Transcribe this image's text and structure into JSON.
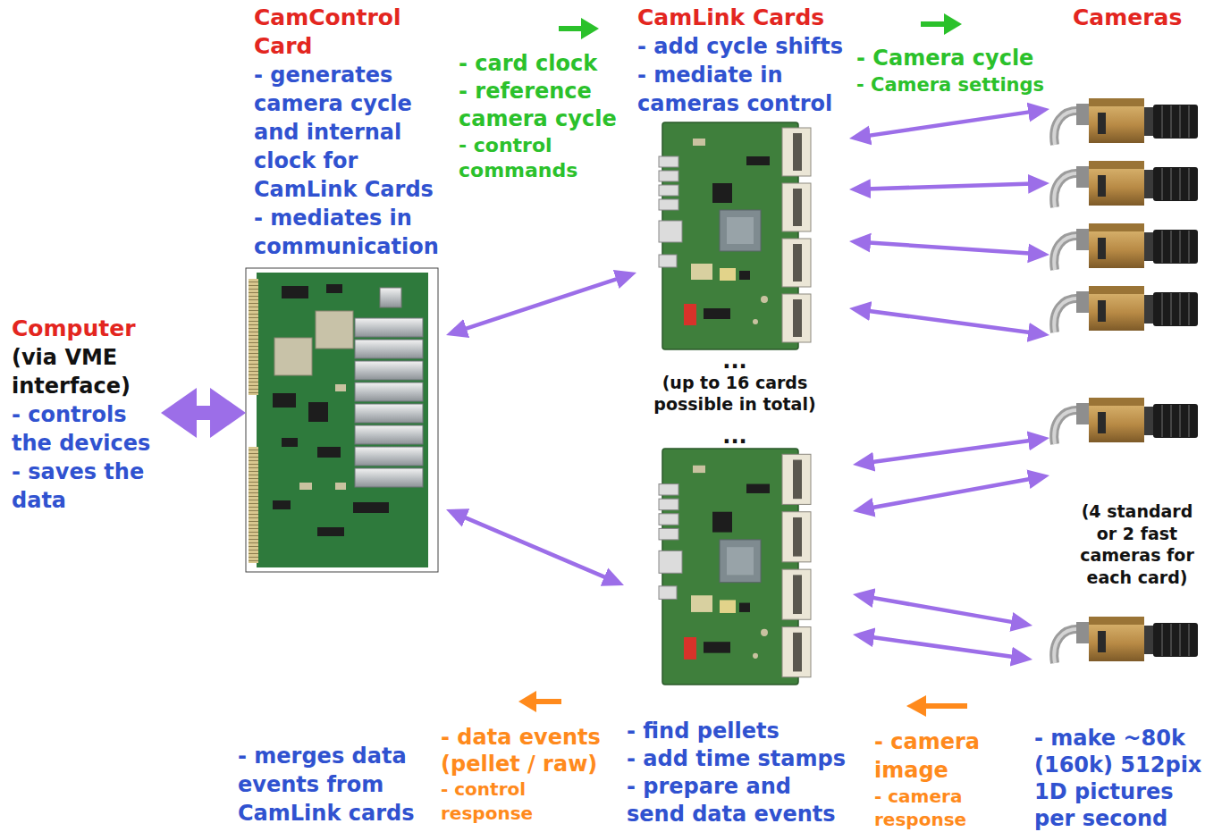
{
  "diagram": {
    "nodes": [
      {
        "text": [
          "Computer",
          "(via VME interface)",
          "- controls the devices",
          "- saves the data"
        ]
      },
      {
        "text": [
          "CamControl Card",
          "- generates camera cycle and internal clock for CamLink Cards",
          "- mediates in communication"
        ]
      },
      {
        "text": [
          "CamLink Cards",
          "- add cycle shifts",
          "- mediate in cameras control"
        ]
      },
      {
        "text": [
          "- find pellets",
          "- add time stamps",
          "- prepare and send data events"
        ]
      },
      {
        "text": [
          "Cameras"
        ]
      },
      {
        "text": []
      },
      {
        "text": []
      },
      {
        "text": []
      },
      {
        "text": []
      },
      {
        "text": [
          "- make ~80k (160k) 512pix 1D pictures per second"
        ]
      }
    ],
    "edges": [
      {
        "from": 0,
        "to": 1,
        "arrow": "both"
      },
      {
        "from": 1,
        "to": 2,
        "arrow": "both"
      },
      {
        "from": 1,
        "to": 3,
        "arrow": "both"
      },
      {
        "from": 2,
        "to": 4,
        "arrow": "both"
      },
      {
        "from": 2,
        "to": 5,
        "arrow": "both"
      },
      {
        "from": 2,
        "to": 6,
        "arrow": "both"
      },
      {
        "from": 2,
        "to": 7,
        "arrow": "both"
      },
      {
        "from": 3,
        "to": 8,
        "arrow": "both"
      },
      {
        "from": 3,
        "to": 8,
        "arrow": "both"
      },
      {
        "from": 3,
        "to": 9,
        "arrow": "both"
      },
      {
        "from": 3,
        "to": 9,
        "arrow": "both"
      }
    ],
    "labels": [
      "- card clock",
      "- reference camera cycle",
      "- control commands",
      "- Camera cycle",
      "- Camera settings",
      "...",
      "(up to 16 cards possible in total)",
      "...",
      "(4 standard or 2 fast cameras for each card)",
      "- merges data events from CamLink cards",
      "- data events (pellet / raw)",
      "- control response",
      "- camera image",
      "- camera response"
    ]
  }
}
